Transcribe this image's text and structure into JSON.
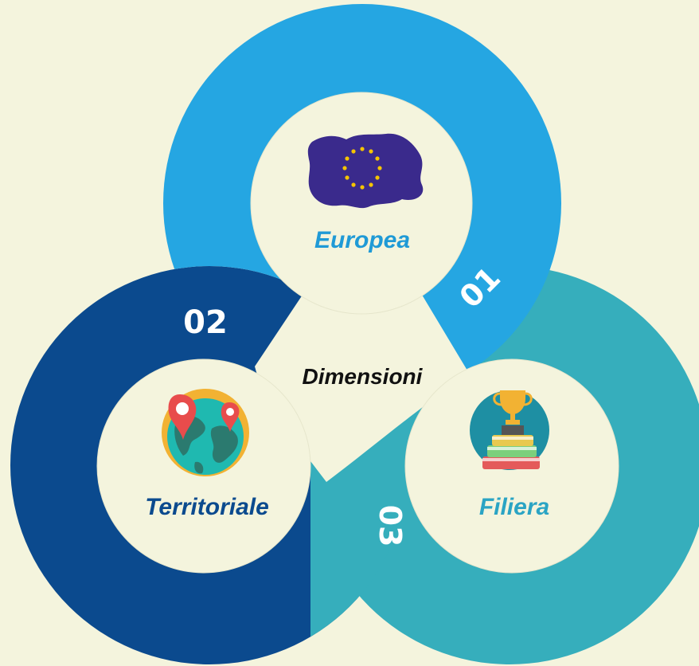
{
  "center_label": "Dimensioni",
  "segments": [
    {
      "number": "01",
      "label": "Europea",
      "icon": "eu-flag-icon"
    },
    {
      "number": "02",
      "label": "Territoriale",
      "icon": "globe-pins-icon"
    },
    {
      "number": "03",
      "label": "Filiera",
      "icon": "trophy-books-icon"
    }
  ],
  "colors": {
    "background": "#f4f4dd",
    "ring_01": "#25a6e2",
    "ring_02": "#0b4a8e",
    "ring_03": "#36aebc",
    "inner_circle": "#f4f4dd",
    "label_01": "#1f9ad6",
    "label_02": "#0b4a8e",
    "label_03": "#2aa4c4",
    "center_text": "#111111"
  }
}
